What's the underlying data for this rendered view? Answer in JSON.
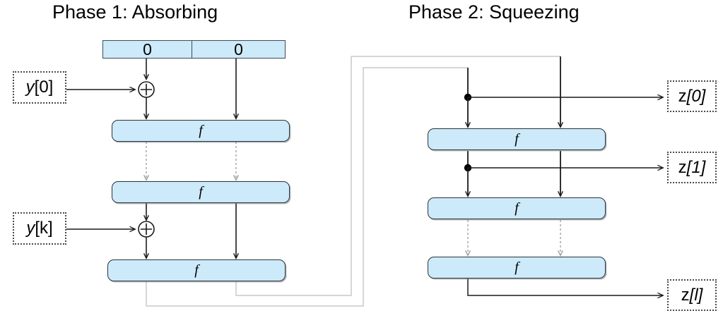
{
  "diagram": {
    "title_left": "Phase 1: Absorbing",
    "title_right": "Phase 2: Squeezing",
    "accent_fill": "#cdeafa",
    "box_stroke": "#2b3238",
    "arrow_black": "#1a1a1a",
    "arrow_gray": "#9b9b9b",
    "feedback_gray": "#c9c9c9"
  },
  "phase1": {
    "state_cells": [
      {
        "label": "0"
      },
      {
        "label": "0"
      }
    ],
    "permutations": [
      {
        "label": "f"
      },
      {
        "label": "f"
      },
      {
        "label": "f"
      }
    ],
    "inputs": [
      {
        "var": "y",
        "index": "[0]"
      },
      {
        "var": "y",
        "index": "[k]"
      }
    ],
    "xor_symbol": "+"
  },
  "phase2": {
    "permutations": [
      {
        "label": "f"
      },
      {
        "label": "f"
      },
      {
        "label": "f"
      }
    ],
    "outputs": [
      {
        "var": "z",
        "index": "[0]"
      },
      {
        "var": "z",
        "index": "[1]"
      },
      {
        "var": "z",
        "index": "[l]"
      }
    ]
  }
}
